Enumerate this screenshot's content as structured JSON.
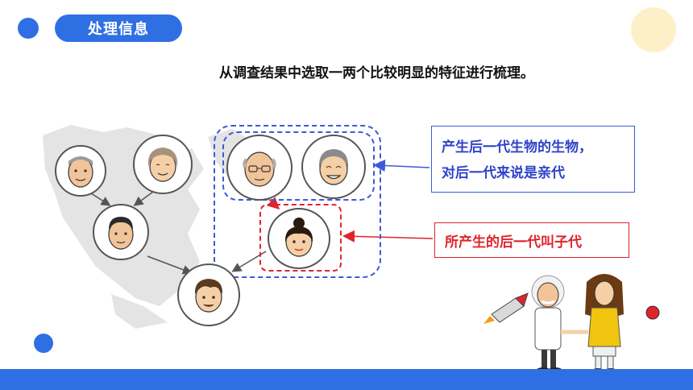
{
  "header": {
    "title": "处理信息"
  },
  "instruction": "从调查结果中选取一两个比较明显的特征进行梳理。",
  "labels": {
    "parents_line1": "产生后一代生物的生物，",
    "parents_line2": "对后一代来说是亲代",
    "child": "所产生的后一代叫子代"
  },
  "colors": {
    "brand_blue": "#2f6fe4",
    "dashed_blue": "#3b5bd6",
    "accent_red": "#e0242c",
    "pale_yellow": "#fdf0c8"
  }
}
